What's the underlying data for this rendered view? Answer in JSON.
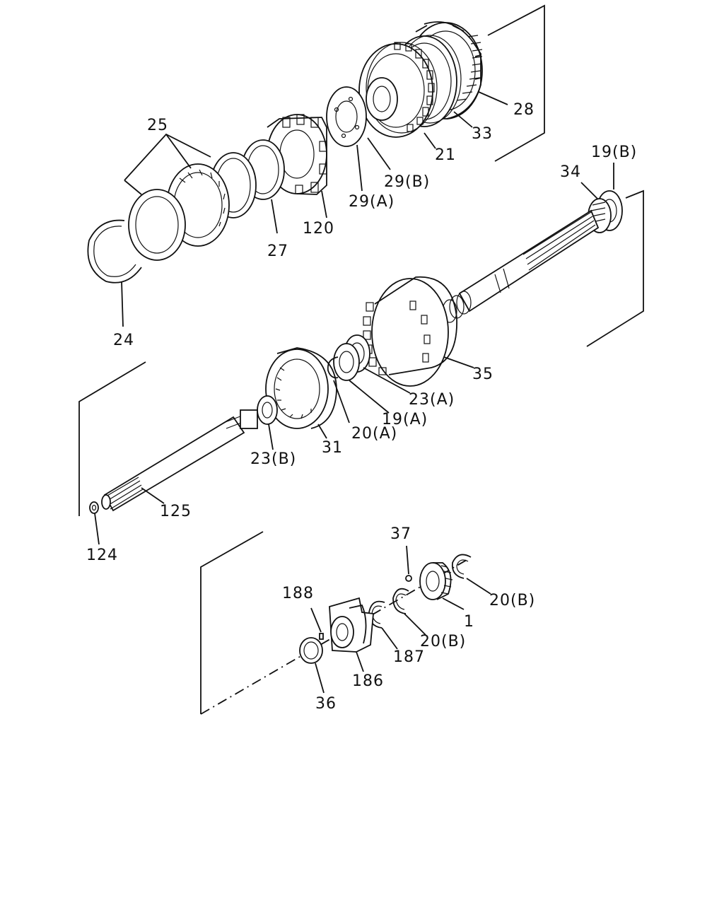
{
  "callouts": {
    "p28": "28",
    "p33": "33",
    "p21": "21",
    "p29b": "29(B)",
    "p29a": "29(A)",
    "p25": "25",
    "p120": "120",
    "p27": "27",
    "p24": "24",
    "p19b": "19(B)",
    "p34": "34",
    "p35": "35",
    "p23a": "23(A)",
    "p19a": "19(A)",
    "p20a": "20(A)",
    "p31": "31",
    "p23b": "23(B)",
    "p125": "125",
    "p124": "124",
    "p37": "37",
    "p188": "188",
    "p20b_1": "20(B)",
    "p1": "1",
    "p20b_2": "20(B)",
    "p187": "187",
    "p186": "186",
    "p36": "36"
  }
}
